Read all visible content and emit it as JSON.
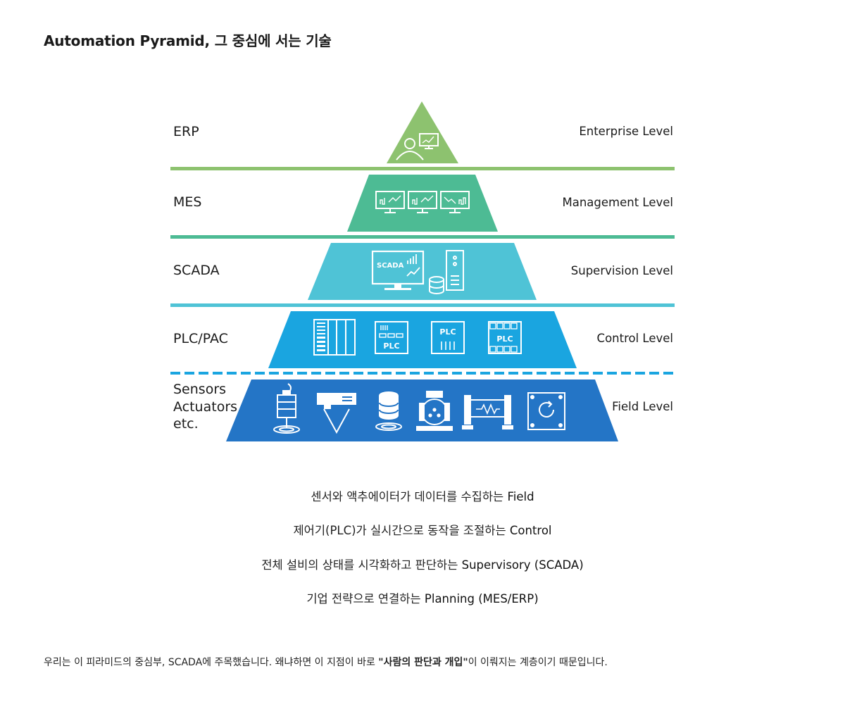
{
  "title": "Automation Pyramid, 그 중심에 서는 기술",
  "levels": [
    {
      "left": "ERP",
      "right": "Enterprise Level",
      "color": "#8dc26f"
    },
    {
      "left": "MES",
      "right": "Management Level",
      "color": "#4dbb94"
    },
    {
      "left": "SCADA",
      "right": "Supervision Level",
      "color": "#4fc3d6"
    },
    {
      "left": "PLC/PAC",
      "right": "Control Level",
      "color": "#1aa5e0"
    },
    {
      "left": "Sensors\nActuators\netc.",
      "right": "Field Level",
      "color": "#2475c6"
    }
  ],
  "icon_labels": {
    "scada": "SCADA",
    "plc": "PLC"
  },
  "descriptions": [
    {
      "ko": "센서와 액추에이터가 데이터를 수집하는 ",
      "en": "Field"
    },
    {
      "ko": "제어기(PLC)가 실시간으로 동작을 조절하는 ",
      "en": "Control"
    },
    {
      "ko": "전체 설비의 상태를 시각화하고 판단하는 ",
      "en": "Supervisory (SCADA)"
    },
    {
      "ko": "기업 전략으로 연결하는 ",
      "en": "Planning (MES/ERP)"
    }
  ],
  "footer": {
    "part1": "우리는 이 피라미드의 중심부, ",
    "scada": "SCADA",
    "part2": "에 주목했습니다. 왜냐하면 이 지점이 바로 ",
    "quote": "\"사람의 판단과 개입\"",
    "part3": "이 이뤄지는 계층이기 때문입니다."
  }
}
